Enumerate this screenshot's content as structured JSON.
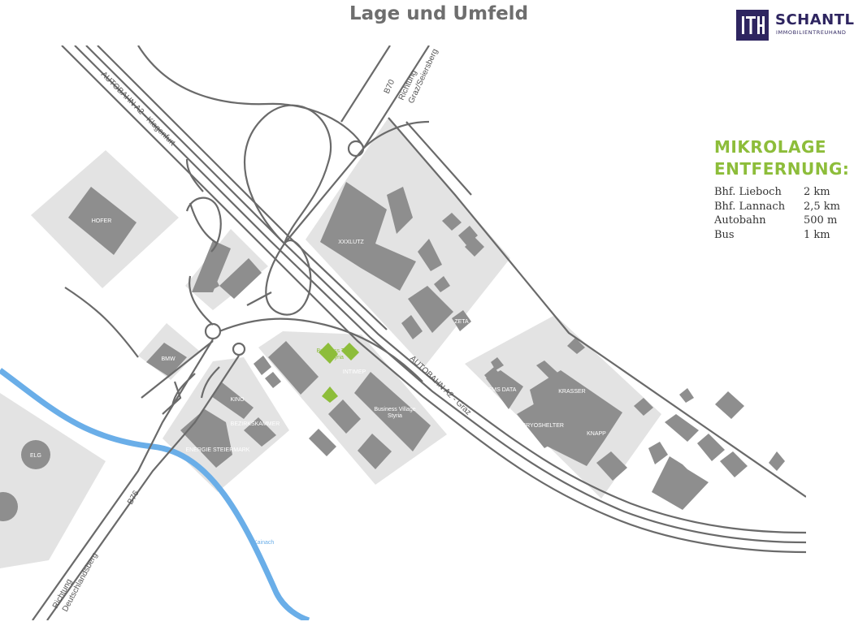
{
  "title": "Lage und Umfeld",
  "logo": {
    "mark": "ITH",
    "brand": "SCHANTL",
    "tagline": "IMMOBILIENTREUHAND",
    "color": "#2e2560"
  },
  "panel": {
    "heading_line1": "MIKROLAGE",
    "heading_line2": "ENTFERNUNG:",
    "rows": [
      {
        "label": "Bhf. Lieboch",
        "value": "2 km"
      },
      {
        "label": "Bhf. Lannach",
        "value": "2,5 km"
      },
      {
        "label": "Autobahn",
        "value": "500 m"
      },
      {
        "label": "Bus",
        "value": "1 km"
      }
    ]
  },
  "map": {
    "roads": {
      "autobahn_top": "AUTOBAHN A2 - Klagenfurt",
      "autobahn_bottom": "AUTOBAHN A2 - Graz",
      "b70": "B70",
      "b76": "B76",
      "richtung_graz_1": "Richtung",
      "richtung_graz_2": "Graz/Seiersberg",
      "richtung_deutsch_1": "Richtung",
      "richtung_deutsch_2": "Deutschlandsberg",
      "river": "Kainach"
    },
    "labels": {
      "hofer": "HOFER",
      "bmw": "BMW",
      "xxxlutz": "XXXLUTZ",
      "zeta": "ZETA",
      "business_tower_1": "Business Tower",
      "business_tower_2": "Styria",
      "intimep": "INTIMEP",
      "business_village_1": "Business Village",
      "business_village_2": "Styria",
      "kino": "KINO",
      "bezirkskammer": "BEZIRKSKAMMER",
      "energie": "ENERGIE STEIERMARK",
      "elg": "ELG",
      "sms_data": "SMS DATA",
      "krasser": "KRASSER",
      "cryoshelter": "CRYOSHELTER",
      "knapp": "KNAPP"
    },
    "colors": {
      "plot": "#e3e3e3",
      "building": "#8e8e8e",
      "road": "#6a6a6a",
      "highlight": "#8dbd3a",
      "river": "#6aaee8"
    }
  }
}
